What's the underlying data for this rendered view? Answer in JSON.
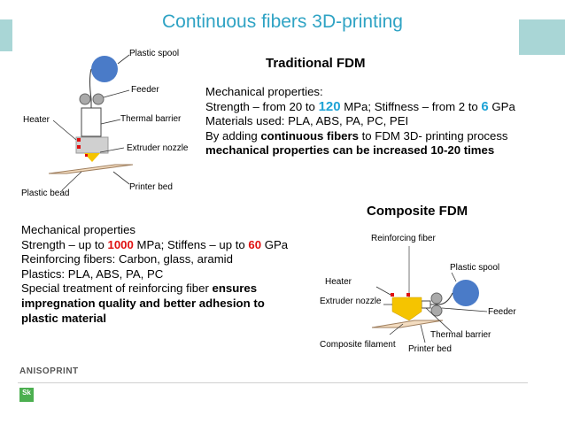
{
  "title": "Continuous fibers 3D-printing",
  "traditional": {
    "heading": "Traditional FDM",
    "line1": "Mechanical properties:",
    "line2_a": "Strength – from 20 to ",
    "line2_b": "120",
    "line2_c": " MPa; Stiffness – from 2 to ",
    "line2_d": "6",
    "line2_e": " GPa",
    "line3": "Materials used: PLA, ABS, PA, PC, PEI",
    "line4_a": "By adding ",
    "line4_b": "continuous fibers",
    "line4_c": " to FDM 3D- printing process",
    "line5": "mechanical properties can be increased  10-20 times",
    "labels": {
      "spool": "Plastic spool",
      "feeder": "Feeder",
      "heater": "Heater",
      "barrier": "Thermal barrier",
      "nozzle": "Extruder nozzle",
      "bed": "Printer bed",
      "bead": "Plastic bead"
    }
  },
  "composite": {
    "heading": "Composite FDM",
    "line1": "Mechanical properties",
    "line2_a": "Strength – up to ",
    "line2_b": "1000",
    "line2_c": " MPa; Stiffens – up to ",
    "line2_d": "60",
    "line2_e": " GPa",
    "line3": "Reinforcing fibers: Carbon, glass, aramid",
    "line4": "Plastics: PLA, ABS, PA, PC",
    "line5_a": "Special treatment of reinforcing fiber ",
    "line5_b": "ensures",
    "line6": "impregnation quality and better adhesion to",
    "line7": "plastic material",
    "labels": {
      "fiber": "Reinforcing fiber",
      "spool": "Plastic spool",
      "heater": "Heater",
      "nozzle": "Extruder nozzle",
      "feeder": "Feeder",
      "barrier": "Thermal barrier",
      "filament": "Composite filament",
      "bed": "Printer bed"
    }
  },
  "footer": {
    "logo": "ANISOPRINT",
    "badge": "Sk"
  },
  "colors": {
    "title": "#2fa3c4",
    "accent_blue": "#1fa3d6",
    "accent_red": "#e01010",
    "spool": "#4a7bc8",
    "nozzle": "#f5c400",
    "bed": "#f3dcc0"
  }
}
